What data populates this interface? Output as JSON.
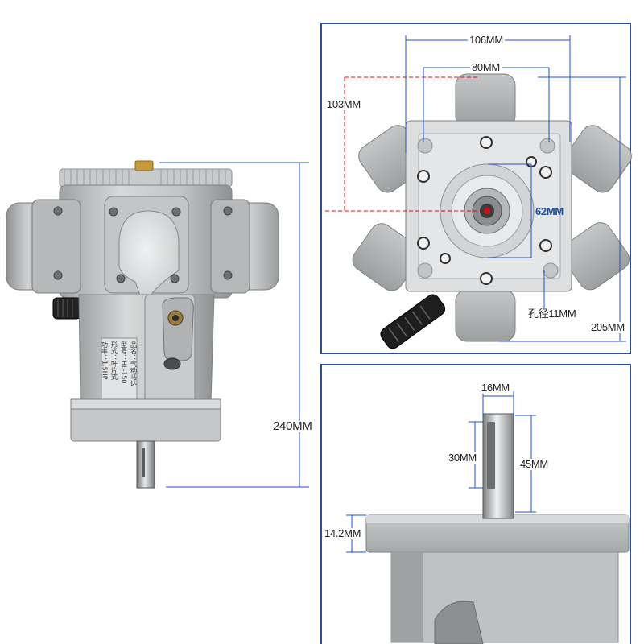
{
  "dimensions": {
    "overall_height": "240MM",
    "flange_outer": "106MM",
    "flange_inner": "80MM",
    "offset_height": "103MM",
    "center_circle": "62MM",
    "hole_diameter": "孔径11MM",
    "body_height": "205MM",
    "shaft_diameter": "16MM",
    "keyway_length": "30MM",
    "shaft_length": "45MM",
    "flange_thickness": "14.2MM"
  },
  "nameplate": {
    "lines": [
      "品名：气动马达",
      "型号：HL-150",
      "形式：叶片式",
      "功率：1.5HP"
    ]
  },
  "colors": {
    "body": "#b9bbbc",
    "body_dark": "#8d9091",
    "frame": "#2d4f8f",
    "dim_line": "#1f4fd0",
    "red_line": "#d01010"
  }
}
